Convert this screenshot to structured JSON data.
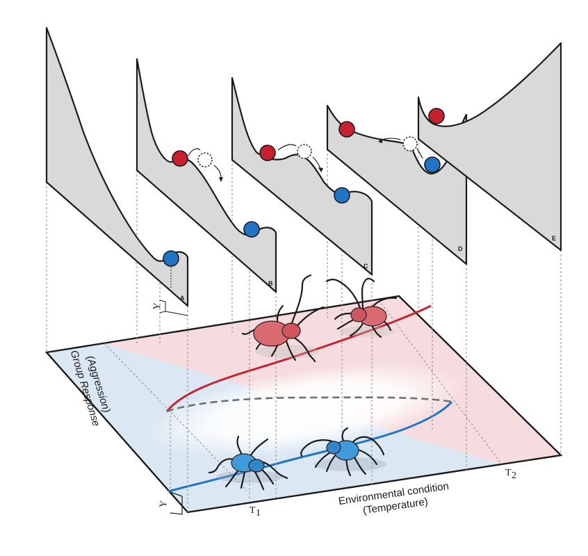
{
  "panels": [
    {
      "label": "A"
    },
    {
      "label": "B"
    },
    {
      "label": "C"
    },
    {
      "label": "D"
    },
    {
      "label": "E"
    }
  ],
  "axes": {
    "y_label": "Group Response",
    "y_sublabel": "(Aggression)",
    "x_label": "Environmental condition",
    "x_sublabel": "(Temperature)",
    "tick_1": "T",
    "tick_1_sub": "1",
    "tick_2": "T",
    "tick_2_sub": "2",
    "gamma_symbol": "Y",
    "gamma_symbol_small": "Y"
  },
  "colors": {
    "aggressive_state": "#c8202f",
    "docile_state": "#1f74c6",
    "red_region": "#f6dcdf",
    "blue_region": "#dbe8f3",
    "landscape_fill": "#d9d9d9"
  },
  "icons": {
    "red_spiders": "spider-icon",
    "blue_spiders": "spider-icon"
  }
}
